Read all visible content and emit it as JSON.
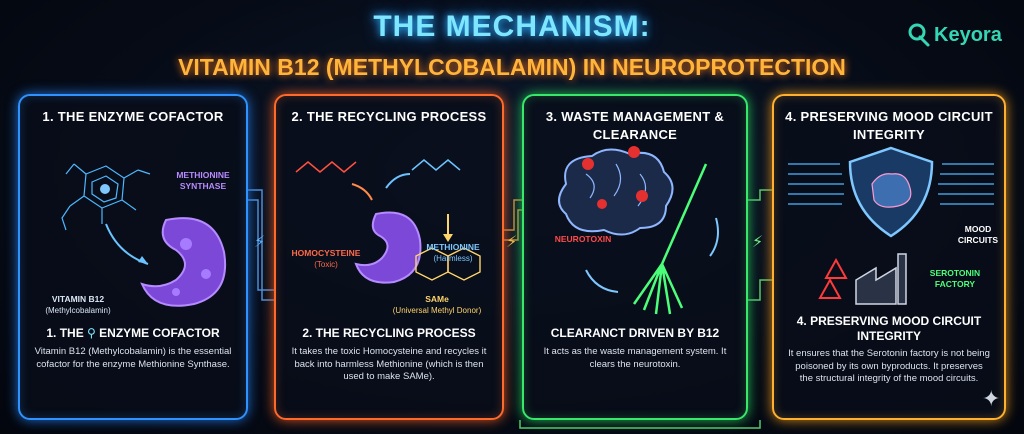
{
  "header": {
    "title": "THE MECHANISM:",
    "subtitle": "VITAMIN B12 (METHYLCOBALAMIN) IN NEUROPROTECTION",
    "brand": "Keyora"
  },
  "panels": [
    {
      "heading": "1. THE ENZYME COFACTOR",
      "labels": {
        "enzyme": "METHIONINE SYNTHASE",
        "vitamin": "VITAMIN B12",
        "vitamin_note": "(Methylcobalamin)"
      },
      "sub_pre": "1. THE",
      "sub_post": "ENZYME COFACTOR",
      "body": "Vitamin B12 (Methylcobalamin) is the essential cofactor for the enzyme Methionine Synthase."
    },
    {
      "heading": "2. THE RECYCLING PROCESS",
      "labels": {
        "homocysteine": "HOMOCYSTEINE",
        "homocysteine_note": "(Toxic)",
        "methionine": "METHIONINE",
        "methionine_note": "(Harmless)",
        "same": "SAMe",
        "same_note": "(Universal Methyl Donor)"
      },
      "sub": "2. THE RECYCLING PROCESS",
      "body": "It takes the toxic Homocysteine and recycles it back into harmless Methionine (which is then used to make SAMe)."
    },
    {
      "heading": "3. WASTE MANAGEMENT & CLEARANCE",
      "labels": {
        "neurotoxin": "NEUROTOXIN"
      },
      "sub": "CLEARANCT DRIVEN BY B12",
      "body": "It acts as the waste management system. It clears the neurotoxin."
    },
    {
      "heading": "4. PRESERVING MOOD CIRCUIT INTEGRITY",
      "labels": {
        "mood": "MOOD CIRCUITS",
        "factory": "SEROTONIN FACTORY"
      },
      "sub": "4. PRESERVING MOOD CIRCUIT INTEGRITY",
      "body": "It ensures that the Serotonin factory is not being poisoned by its own byproducts. It preserves the structural integrity of the mood circuits."
    }
  ],
  "colors": {
    "panel1": "#2f93ff",
    "panel2": "#ff6a2a",
    "panel3": "#37e86a",
    "panel4": "#ffb02e",
    "title": "#7ee6ff",
    "subtitle": "#ffb43a",
    "brand": "#36d6b4"
  },
  "icons": [
    "brain-icon",
    "broom-icon",
    "shield-icon",
    "factory-icon",
    "warning-icon",
    "enzyme-icon",
    "lightning-icon",
    "sparkle-icon"
  ]
}
